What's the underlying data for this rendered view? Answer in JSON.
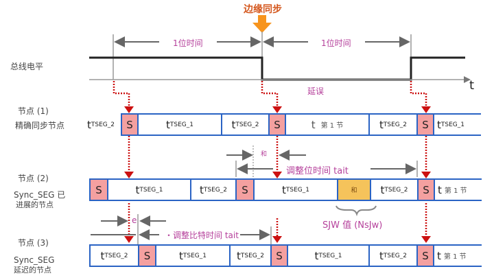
{
  "title": "边缘同步",
  "bit_time_label": "1位时间",
  "bus_level_label": "总线电平",
  "time_axis_label": "t",
  "delay_label": "延误",
  "nodes": [
    {
      "name": "节点 (1)",
      "desc": "精确同步节点",
      "segments": [
        "tTSEG_2",
        "S",
        "tTSEG_1",
        "tTSEG_2",
        "S",
        "第1节",
        "tTSEG_2",
        "S",
        "tTSEG_1"
      ]
    },
    {
      "name": "节点 (2)",
      "desc1": "Sync_SEG 已",
      "desc2": "进展的节点",
      "segments": [
        "S",
        "tTSEG_1",
        "tTSEG_2",
        "S",
        "tTSEG_1",
        "和",
        "tTSEG_2",
        "S",
        "第1节"
      ]
    },
    {
      "name": "节点 (3)",
      "desc1": "Sync_SEG",
      "desc2": "延迟的节点",
      "segments": [
        "tTSEG_2",
        "S",
        "tTSEG_1",
        "tTSEG_2",
        "S",
        "tTSEG_1",
        "tTSEG_2",
        "S",
        "第1节"
      ]
    }
  ],
  "seg_text": {
    "s": "S",
    "t": "t",
    "tseg1": "TSEG_1",
    "tseg2": "TSEG_2",
    "section1": "第 1 节",
    "sjw_cell": "和"
  },
  "node2_labels": {
    "phase_err": "和",
    "adjust": "调整位时间 tait",
    "sjw": "SJW 值 (NsJw)"
  },
  "node3_labels": {
    "phase_err": "e",
    "adjust": "・调整比特时间 tait"
  },
  "colors": {
    "segment_border": "#2a63c4",
    "sync_segment": "#f4a0a0",
    "sjw_segment": "#f5c35b",
    "annotation": "#b5409b",
    "edge_marker": "#f7941d",
    "sync_arrow": "#cc1111"
  }
}
